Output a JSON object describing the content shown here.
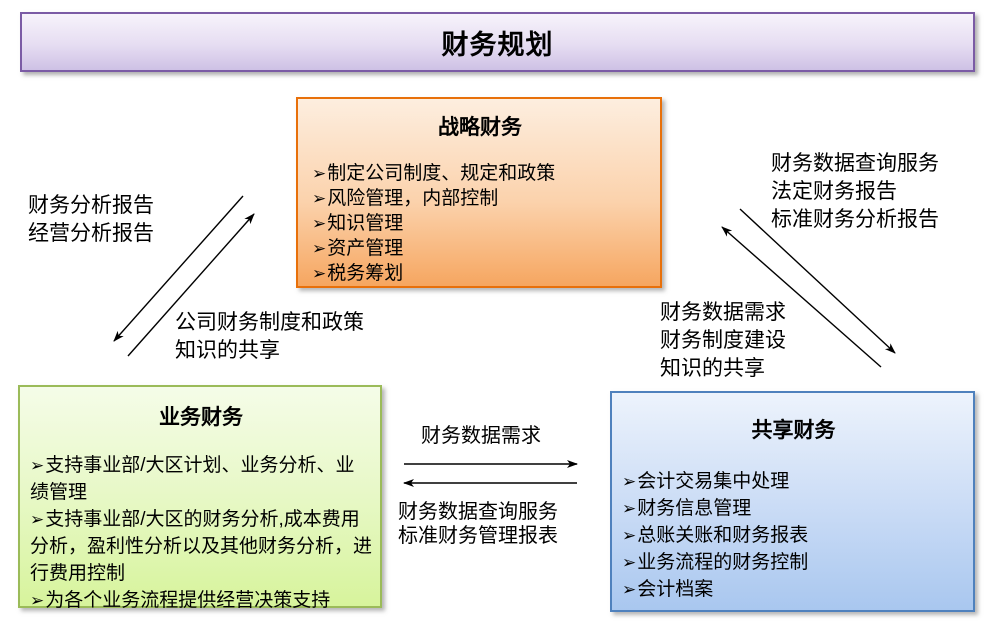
{
  "title": "财务规划",
  "bullet": "➢",
  "boxes": {
    "strategic": {
      "title": "战略财务",
      "items": [
        "制定公司制度、规定和政策",
        "风险管理，内部控制",
        "知识管理",
        "资产管理",
        "税务筹划"
      ]
    },
    "business": {
      "title": "业务财务",
      "items": [
        "支持事业部/大区计划、业务分析、业绩管理",
        "支持事业部/大区的财务分析,成本费用分析，盈利性分析以及其他财务分析，进行费用控制",
        "为各个业务流程提供经营决策支持"
      ]
    },
    "shared": {
      "title": "共享财务",
      "items": [
        "会计交易集中处理",
        "财务信息管理",
        "总账关账和财务报表",
        "业务流程的财务控制",
        "会计档案"
      ]
    }
  },
  "labels": {
    "left_reports": [
      "财务分析报告",
      "经营分析报告"
    ],
    "left_policy": [
      "公司财务制度和政策",
      "知识的共享"
    ],
    "right_services": [
      "财务数据查询服务",
      "法定财务报告",
      "标准财务分析报告"
    ],
    "right_needs": [
      "财务数据需求",
      "财务制度建设",
      "知识的共享"
    ],
    "center_need": [
      "财务数据需求"
    ],
    "center_services": [
      "财务数据查询服务",
      "标准财务管理报表"
    ]
  },
  "colors": {
    "title_border": "#7B5BA5",
    "strategic_border": "#E8700A",
    "business_border": "#9BBB59",
    "shared_border": "#4F81BD",
    "arrow": "#000000"
  }
}
